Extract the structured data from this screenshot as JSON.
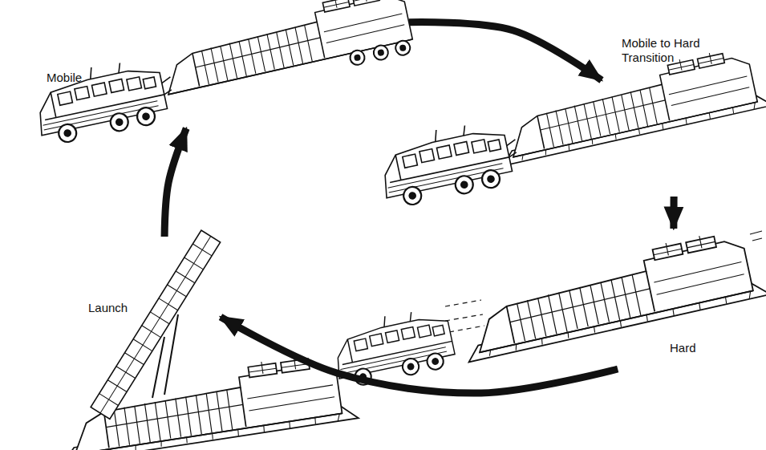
{
  "diagram": {
    "nodes": [
      {
        "text": [
          "Mobile"
        ]
      },
      {
        "text": [
          "Mobile to Hard Transition"
        ]
      },
      {
        "text": [
          "Hard"
        ]
      },
      {
        "text": [
          "Launch"
        ]
      }
    ],
    "edges": [
      {
        "from": 0,
        "to": 1,
        "arrow": "to"
      },
      {
        "from": 1,
        "to": 2,
        "arrow": "to"
      },
      {
        "from": 2,
        "to": 3,
        "arrow": "to"
      },
      {
        "from": 3,
        "to": 0,
        "arrow": "to"
      }
    ]
  }
}
